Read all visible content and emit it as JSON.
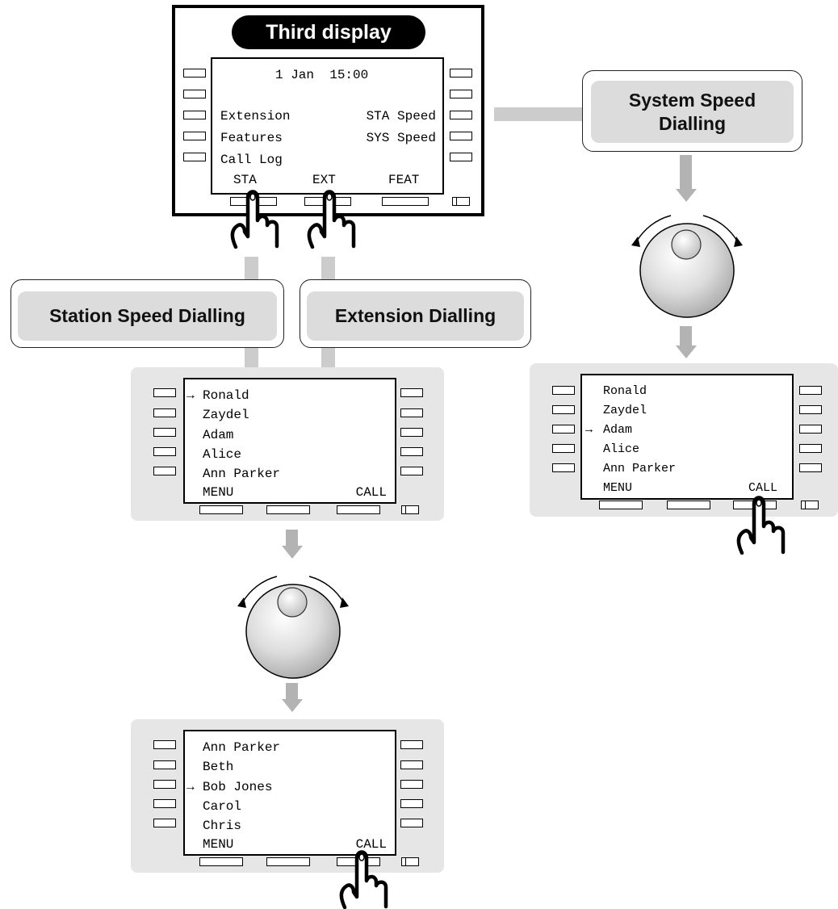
{
  "third_display": {
    "title": "Third display",
    "datetime": "1 Jan  15:00",
    "left_items": [
      "Extension",
      "Features",
      "Call Log"
    ],
    "right_items": [
      "STA Speed",
      "SYS Speed"
    ],
    "softkeys": [
      "STA",
      "EXT",
      "FEAT"
    ]
  },
  "callouts": {
    "station": "Station Speed Dialling",
    "extension": "Extension Dialling",
    "system": "System Speed Dialling"
  },
  "list_panel_1": {
    "marker": "→",
    "names": [
      "Ronald",
      "Zaydel",
      "Adam",
      "Alice",
      "Ann Parker"
    ],
    "selected_index": 0,
    "menu_label": "MENU",
    "call_label": "CALL"
  },
  "list_panel_2": {
    "marker": "→",
    "names": [
      "Ann Parker",
      "Beth",
      "Bob Jones",
      "Carol",
      "Chris"
    ],
    "selected_index": 2,
    "menu_label": "MENU",
    "call_label": "CALL"
  },
  "list_panel_3": {
    "marker": "→",
    "names": [
      "Ronald",
      "Zaydel",
      "Adam",
      "Alice",
      "Ann Parker"
    ],
    "selected_index": 2,
    "menu_label": "MENU",
    "call_label": "CALL"
  },
  "icons": {
    "press": "pointing-hand-icon",
    "dial": "rotary-dial-icon",
    "flow": "down-arrow-icon"
  },
  "colors": {
    "panel": "#e6e6e6",
    "callout_fill": "#dcdcdc",
    "connector": "#cccccc",
    "arrow": "#b3b3b3"
  }
}
